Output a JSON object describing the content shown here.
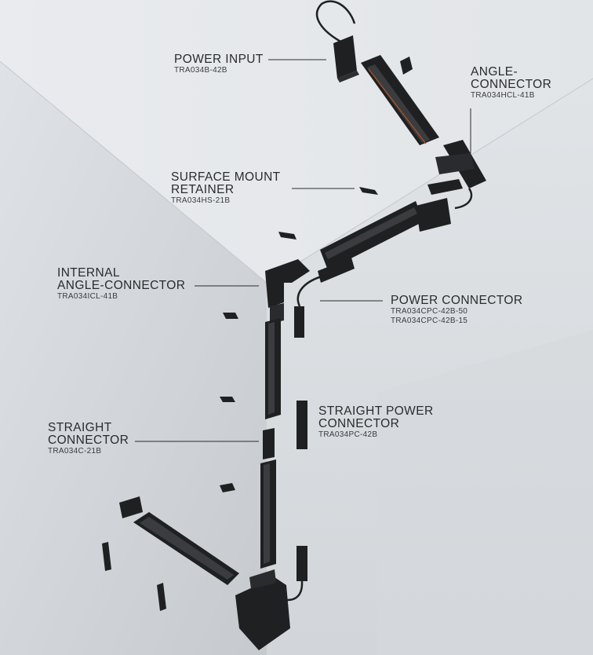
{
  "colors": {
    "wall_left": "#cdd1d6",
    "wall_right": "#dde0e4",
    "ceiling": "#e6e8eb",
    "track": "#1f2022",
    "text": "#2a2b2d"
  },
  "labels": {
    "power_input": {
      "title": "POWER INPUT",
      "code": "TRA034B-42B"
    },
    "angle_connector": {
      "title_1": "ANGLE-",
      "title_2": "CONNECTOR",
      "code": "TRA034HCL-41B"
    },
    "surface_mount": {
      "title_1": "SURFACE MOUNT",
      "title_2": "RETAINER",
      "code": "TRA034HS-21B"
    },
    "internal_angle": {
      "title_1": "INTERNAL",
      "title_2": "ANGLE-CONNECTOR",
      "code": "TRA034ICL-41B"
    },
    "power_connector": {
      "title": "POWER CONNECTOR",
      "code_1": "TRA034CPC-42B-50",
      "code_2": "TRA034CPC-42B-15"
    },
    "straight_power": {
      "title_1": "STRAIGHT POWER",
      "title_2": "CONNECTOR",
      "code": "TRA034PC-42B"
    },
    "straight_connector": {
      "title_1": "STRAIGHT",
      "title_2": "CONNECTOR",
      "code": "TRA034C-21B"
    }
  }
}
